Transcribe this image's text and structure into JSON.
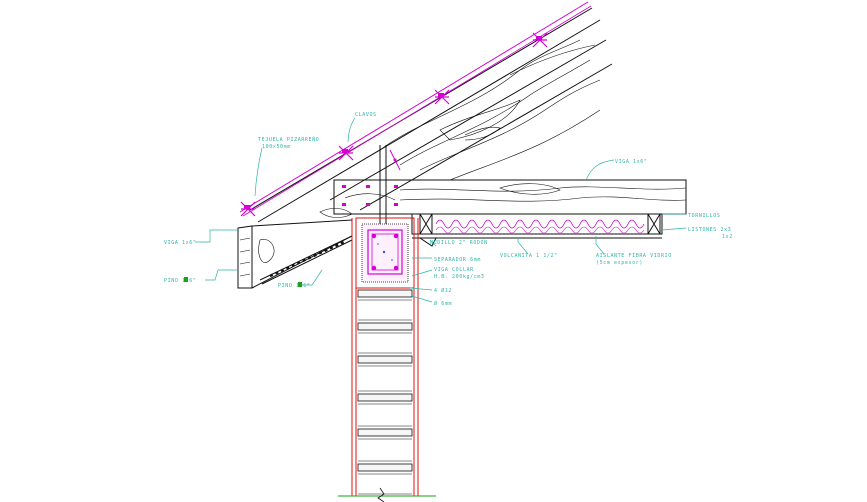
{
  "drawing": {
    "labels": {
      "clavos": "CLAVOS",
      "tejuela_1": "TEJUELA PIZARREÑO",
      "tejuela_2": "100x50mm",
      "viga_top": "VIGA 1x6\"",
      "viga_left": "VIGA 1x6\"",
      "pino_left": "PINO 1x6\"",
      "pino_bottom": "PINO 1x6\"",
      "tornillos": "TORNILLOS",
      "listones_1": "LISTONES 2x3",
      "listones_2": "1x2",
      "nudillo": "NUDILLO 2\" RODON",
      "volcanita": "VOLCANITA 1 1/2\"",
      "aislante_1": "AISLANTE FIBRA VIDRIO",
      "aislante_2": "(5cm espesor)",
      "separador": "SEPARADOR 6mm",
      "viga_collar_1": "VIGA COLLAR",
      "viga_collar_2": "H.B. 200kg/cm3",
      "fierro_1": "4 Ø12",
      "fierro_2": "Ø 6mm"
    }
  },
  "colors": {
    "ink": "#111111",
    "annotation": "#2fb5a8",
    "roof_line": "#d400d4",
    "wall": "#e01010",
    "ground": "#1aa01a"
  }
}
